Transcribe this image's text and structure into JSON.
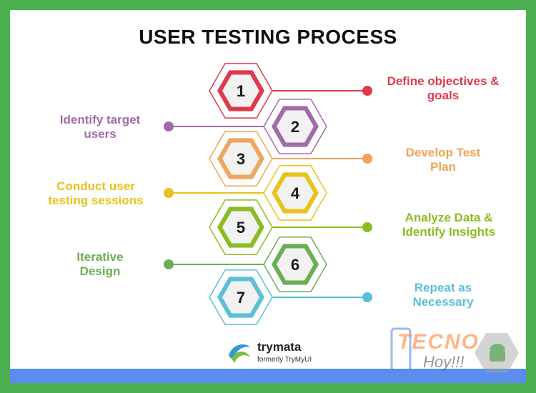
{
  "title": "USER TESTING PROCESS",
  "steps": [
    {
      "number": "1",
      "label_line1": "Define objectives &",
      "label_line2": "goals",
      "color": "#e0394c"
    },
    {
      "number": "2",
      "label_line1": "Identify target",
      "label_line2": "users",
      "color": "#a36aa9"
    },
    {
      "number": "3",
      "label_line1": "Develop Test",
      "label_line2": "Plan",
      "color": "#f0a45c"
    },
    {
      "number": "4",
      "label_line1": "Conduct user",
      "label_line2": "testing sessions",
      "color": "#e8c21e"
    },
    {
      "number": "5",
      "label_line1": "Analyze Data &",
      "label_line2": "Identify Insights",
      "color": "#8cbc25"
    },
    {
      "number": "6",
      "label_line1": "Iterative",
      "label_line2": "Design",
      "color": "#6bae53"
    },
    {
      "number": "7",
      "label_line1": "Repeat as",
      "label_line2": "Necessary",
      "color": "#5bbfd9"
    }
  ],
  "brand": {
    "name": "trymata",
    "subtitle": "formerly TryMyUI"
  },
  "watermark": {
    "line1": "TECNO",
    "line2": "Hoy!!!"
  }
}
